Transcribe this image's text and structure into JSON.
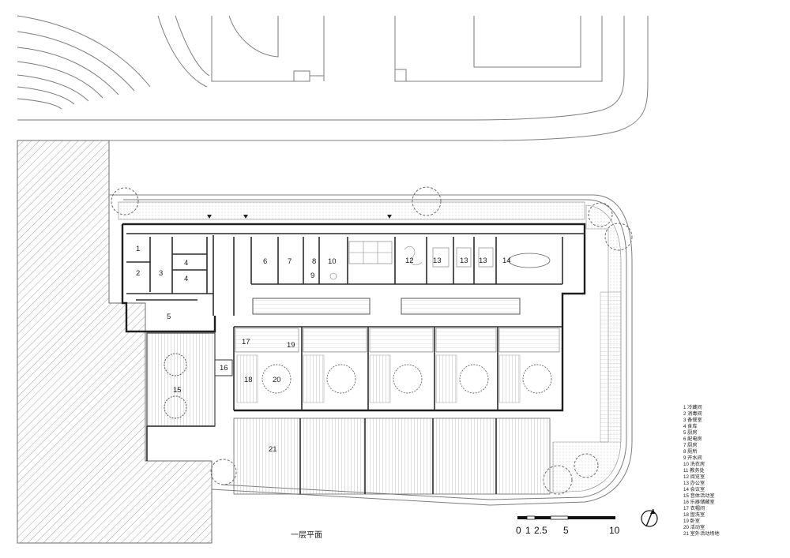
{
  "plan": {
    "title": "一层平面",
    "room_numbers": [
      "1",
      "2",
      "3",
      "4",
      "4",
      "5",
      "6",
      "7",
      "8",
      "9",
      "10",
      "12",
      "13",
      "13",
      "13",
      "14",
      "15",
      "16",
      "17",
      "18",
      "19",
      "20",
      "21"
    ],
    "legend": [
      "1   冷藏间",
      "2   消毒间",
      "3   备餐室",
      "4   食库",
      "5   厨房",
      "6   配电房",
      "7   厨房",
      "8   厕所",
      "9   开水间",
      "10  洗衣房",
      "11  教务处",
      "12  阅览室",
      "13  办公室",
      "14  会议室",
      "15  音体活动室",
      "16  乐器储藏室",
      "17  衣帽间",
      "18  盥洗室",
      "19  卧室",
      "20  活动室",
      "21  室外活动场地"
    ],
    "scale": {
      "labels": [
        "0",
        "1",
        "2.5",
        "5",
        "10"
      ]
    }
  }
}
